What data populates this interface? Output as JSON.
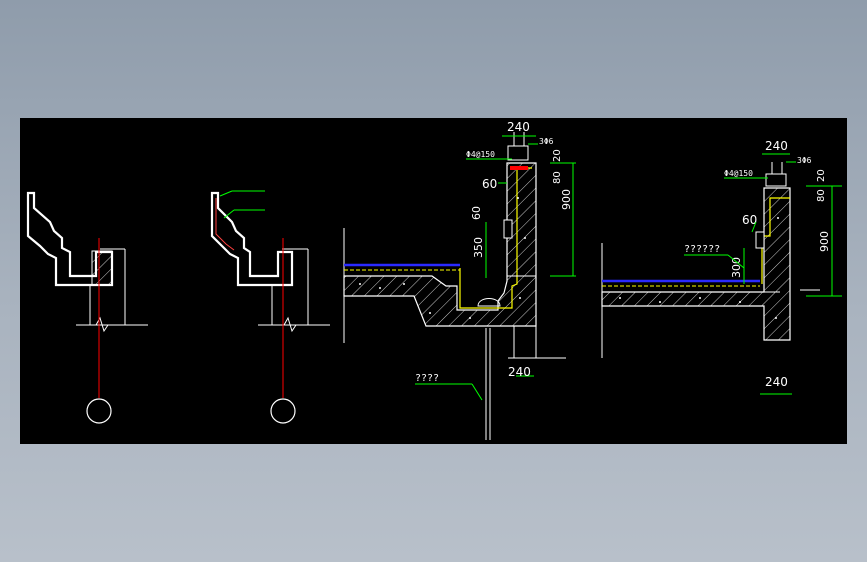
{
  "colors": {
    "background": "#8f9cab",
    "canvas": "#000000",
    "line": "#ffffff",
    "dimension": "#00ff00",
    "axis": "#ff0000",
    "waterproof": "#ffff00",
    "membrane": "#0000ff"
  },
  "detail_left": {
    "top_width": "240",
    "rebar_spec": "Φ4@150",
    "bar_spec": "3Φ6",
    "dim_20": "20",
    "dim_80": "80",
    "dim_60_top": "60",
    "dim_900": "900",
    "dim_60_side": "60",
    "dim_350": "350",
    "bottom_width": "240",
    "leader_note": "????"
  },
  "detail_right": {
    "top_width": "240",
    "rebar_spec": "Φ4@150",
    "bar_spec": "3Φ6",
    "dim_20": "20",
    "dim_80": "80",
    "dim_60": "60",
    "dim_300": "300",
    "dim_900": "900",
    "bottom_width": "240",
    "leader_note": "??????"
  }
}
